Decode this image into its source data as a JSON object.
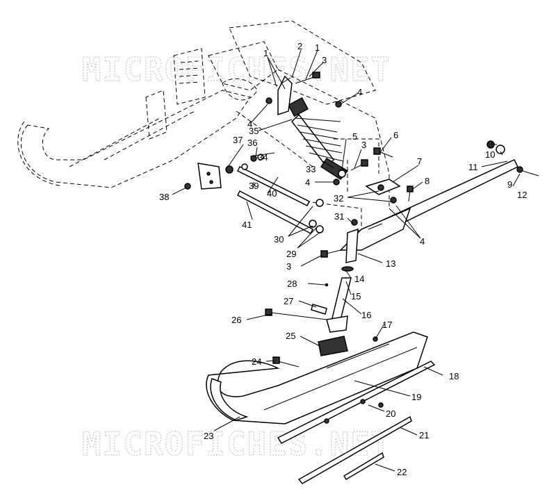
{
  "watermark": {
    "top_text": "MICROFICHES.NET",
    "bottom_text": "MICROFICHES.NET"
  },
  "callouts": [
    {
      "id": "c1a",
      "text": "1"
    },
    {
      "id": "c2",
      "text": "2"
    },
    {
      "id": "c1b",
      "text": "1"
    },
    {
      "id": "c3a",
      "text": "3"
    },
    {
      "id": "c4a",
      "text": "4"
    },
    {
      "id": "c4b",
      "text": "4"
    },
    {
      "id": "c35",
      "text": "35"
    },
    {
      "id": "c5",
      "text": "5"
    },
    {
      "id": "c6",
      "text": "6"
    },
    {
      "id": "c37",
      "text": "37"
    },
    {
      "id": "c36",
      "text": "36"
    },
    {
      "id": "c34",
      "text": "34"
    },
    {
      "id": "c3b",
      "text": "3"
    },
    {
      "id": "c33",
      "text": "33"
    },
    {
      "id": "c9a",
      "text": "9"
    },
    {
      "id": "c10",
      "text": "10"
    },
    {
      "id": "c11",
      "text": "11"
    },
    {
      "id": "c7",
      "text": "7"
    },
    {
      "id": "c4c",
      "text": "4"
    },
    {
      "id": "c39",
      "text": "39"
    },
    {
      "id": "c40",
      "text": "40"
    },
    {
      "id": "c8",
      "text": "8"
    },
    {
      "id": "c9b",
      "text": "9"
    },
    {
      "id": "c12",
      "text": "12"
    },
    {
      "id": "c38",
      "text": "38"
    },
    {
      "id": "c32",
      "text": "32"
    },
    {
      "id": "c41",
      "text": "41"
    },
    {
      "id": "c31",
      "text": "31"
    },
    {
      "id": "c4d",
      "text": "4"
    },
    {
      "id": "c30",
      "text": "30"
    },
    {
      "id": "c29",
      "text": "29"
    },
    {
      "id": "c13",
      "text": "13"
    },
    {
      "id": "c3c",
      "text": "3"
    },
    {
      "id": "c14",
      "text": "14"
    },
    {
      "id": "c28",
      "text": "28"
    },
    {
      "id": "c15",
      "text": "15"
    },
    {
      "id": "c27",
      "text": "27"
    },
    {
      "id": "c16",
      "text": "16"
    },
    {
      "id": "c26",
      "text": "26"
    },
    {
      "id": "c17",
      "text": "17"
    },
    {
      "id": "c25",
      "text": "25"
    },
    {
      "id": "c18",
      "text": "18"
    },
    {
      "id": "c24",
      "text": "24"
    },
    {
      "id": "c19",
      "text": "19"
    },
    {
      "id": "c20",
      "text": "20"
    },
    {
      "id": "c23",
      "text": "23"
    },
    {
      "id": "c21",
      "text": "21"
    },
    {
      "id": "c22",
      "text": "22"
    }
  ]
}
